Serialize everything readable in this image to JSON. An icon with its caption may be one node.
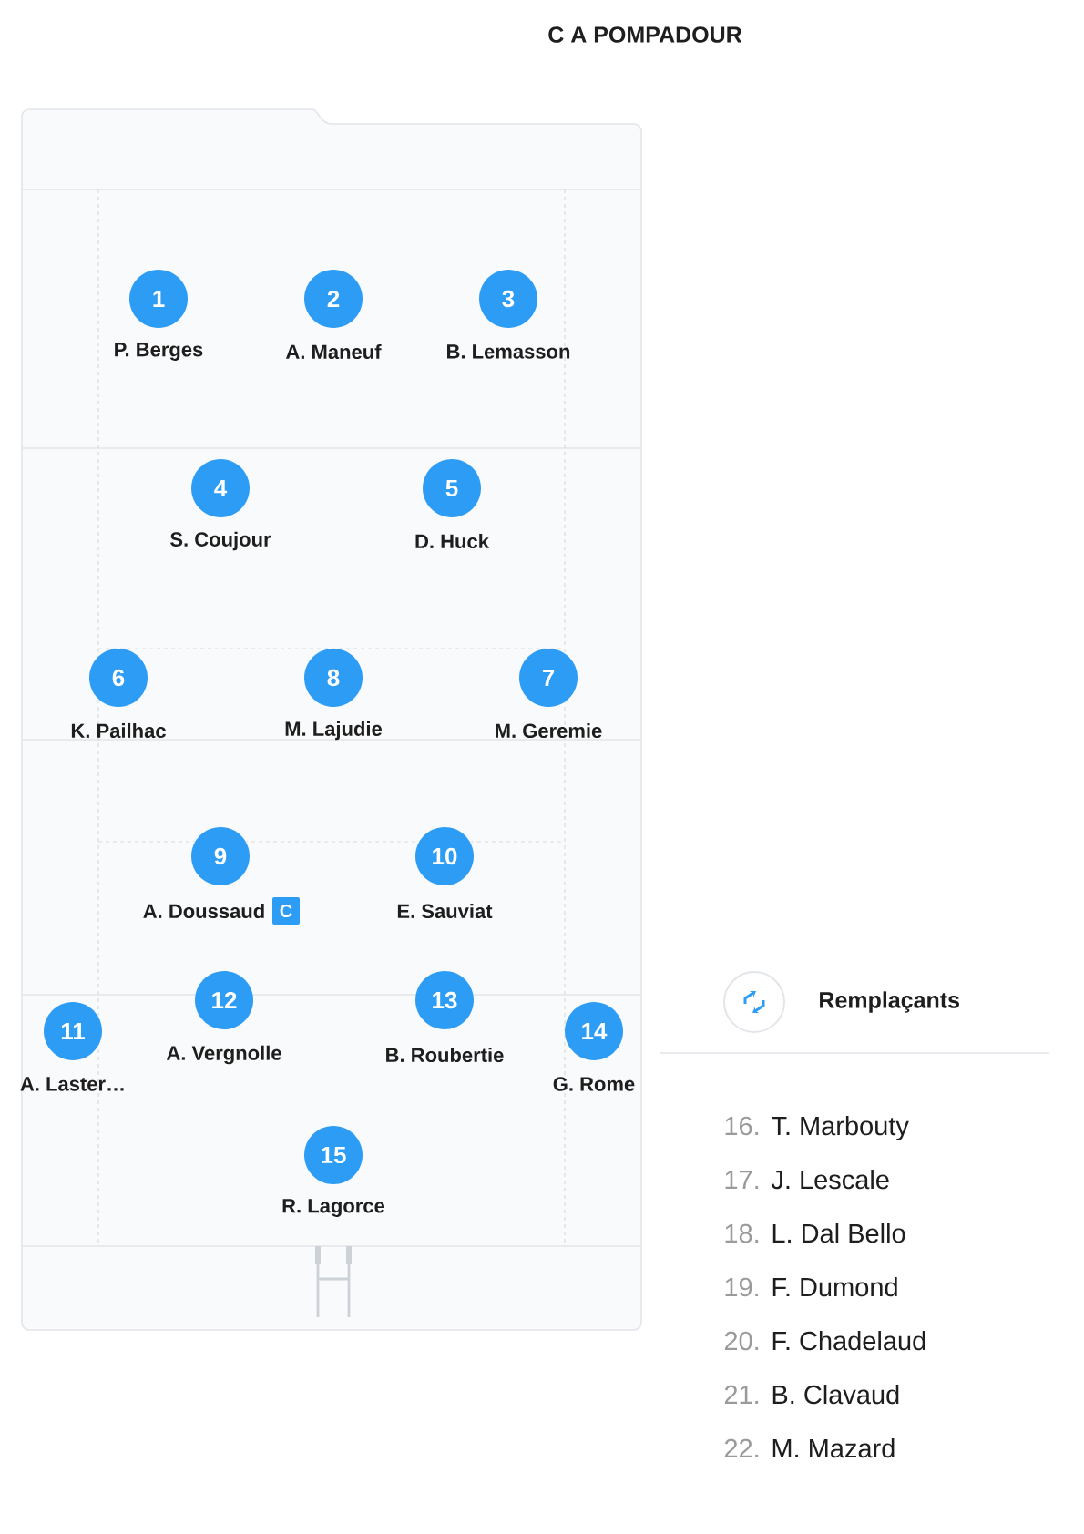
{
  "diagram": {
    "title": "C A POMPADOUR",
    "nodes": [
      {
        "text": [
          "1"
        ],
        "beside": [
          "P. Berges"
        ]
      },
      {
        "text": [
          "2"
        ],
        "beside": [
          "A. Maneuf"
        ]
      },
      {
        "text": [
          "3"
        ],
        "beside": [
          "B. Lemasson"
        ]
      },
      {
        "text": [
          "4"
        ],
        "beside": [
          "S. Coujour"
        ]
      },
      {
        "text": [
          "5"
        ],
        "beside": [
          "D. Huck"
        ]
      },
      {
        "text": [
          "6"
        ],
        "beside": [
          "K. Pailhac"
        ]
      },
      {
        "text": [
          "8"
        ],
        "beside": [
          "M. Lajudie"
        ]
      },
      {
        "text": [
          "7"
        ],
        "beside": [
          "M. Geremie"
        ]
      },
      {
        "text": [
          "9"
        ],
        "beside": [
          "A. Doussaud"
        ]
      },
      {
        "text": [
          "C"
        ]
      },
      {
        "text": [
          "10"
        ],
        "beside": [
          "E. Sauviat"
        ]
      },
      {
        "text": [
          "11"
        ],
        "beside": [
          "A. Laster…"
        ]
      },
      {
        "text": [
          "12"
        ],
        "beside": [
          "A. Vergnolle"
        ]
      },
      {
        "text": [
          "13"
        ],
        "beside": [
          "B. Roubertie"
        ]
      },
      {
        "text": [
          "14"
        ],
        "beside": [
          "G. Rome"
        ]
      },
      {
        "text": [
          "15"
        ],
        "beside": [
          "R. Lagorce"
        ]
      }
    ],
    "labels": [
      "Remplaçants",
      "16.",
      "T. Marbouty",
      "17.",
      "J. Lescale",
      "18.",
      "L. Dal Bello",
      "19.",
      "F. Dumond",
      "20.",
      "F. Chadelaud",
      "21.",
      "B. Clavaud",
      "22.",
      "M. Mazard"
    ]
  }
}
